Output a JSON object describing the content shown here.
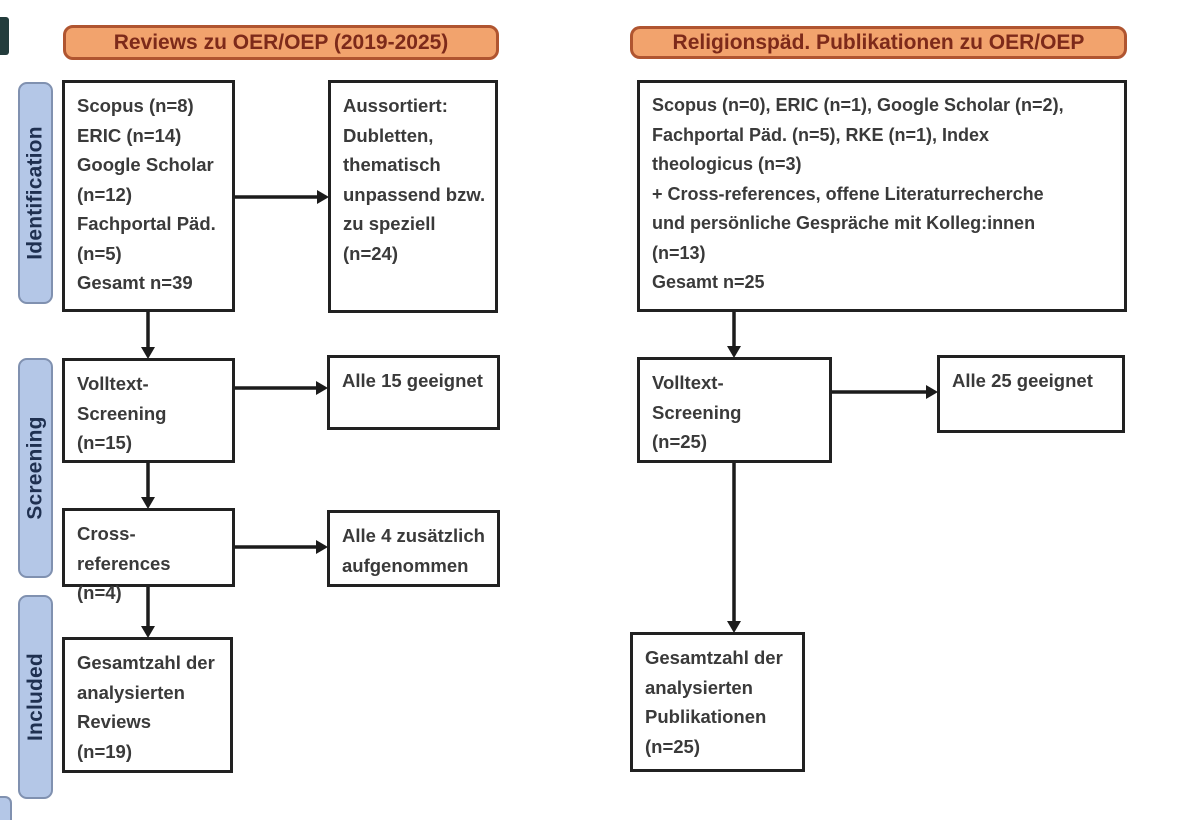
{
  "headers": {
    "left": "Reviews zu OER/OEP (2019-2025)",
    "right": "Religionspäd. Publikationen zu OER/OEP"
  },
  "stage_labels": {
    "identification": "Identification",
    "screening": "Screening",
    "included": "Included"
  },
  "left_column": {
    "sources": "Scopus (n=8)\nERIC (n=14)\nGoogle Scholar\n(n=12)\nFachportal Päd.\n(n=5)\nGesamt n=39",
    "sorted_out": "Aussortiert:\nDubletten,\nthematisch\nunpassend bzw.\nzu speziell\n(n=24)",
    "fulltext_screening": "Volltext-\nScreening\n(n=15)",
    "fulltext_result": "Alle 15 geeignet",
    "cross_references": "Cross-references\n(n=4)",
    "cross_references_result": "Alle 4 zusätzlich\naufgenommen",
    "included_total": "Gesamtzahl der\nanalysierten\nReviews\n(n=19)"
  },
  "right_column": {
    "sources": "Scopus (n=0), ERIC (n=1), Google Scholar (n=2),\nFachportal Päd. (n=5), RKE (n=1), Index\ntheologicus (n=3)\n+ Cross-references, offene Literaturrecherche\nund persönliche Gespräche mit Kolleg:innen\n(n=13)\nGesamt n=25",
    "fulltext_screening": "Volltext-\nScreening\n(n=25)",
    "fulltext_result": "Alle 25 geeignet",
    "included_total": "Gesamtzahl der\nanalysierten\nPublikationen\n(n=25)"
  },
  "colors": {
    "header_fill": "#f2a36d",
    "header_border": "#b05530",
    "header_text": "#7d2a1a",
    "stage_fill": "#b4c7e7",
    "stage_border": "#8091b0",
    "stage_text": "#1f3050",
    "box_border": "#212121",
    "box_text": "#3a3a3a",
    "arrow": "#1c1c1c"
  }
}
